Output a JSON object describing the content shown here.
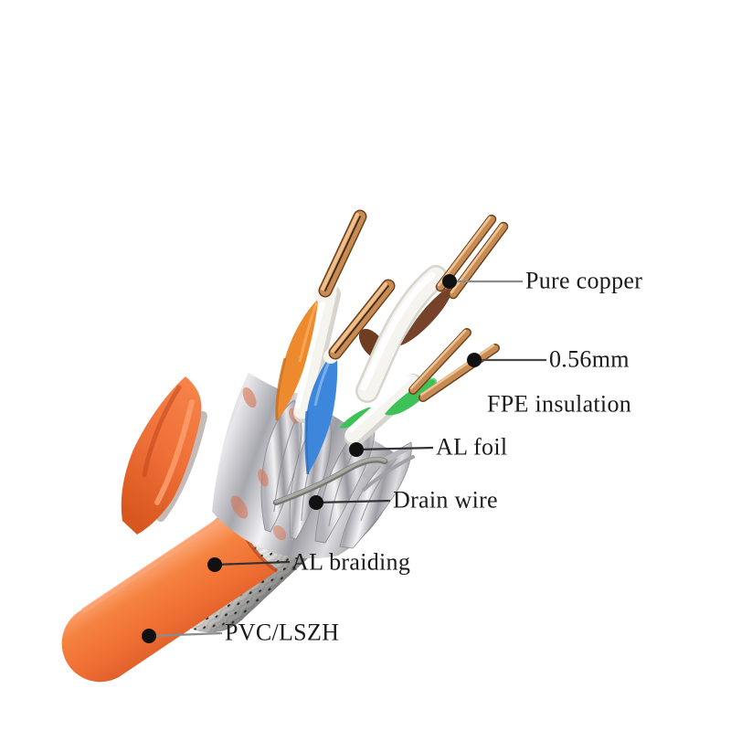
{
  "page": {
    "background_color": "#ffffff",
    "alt": "Cutaway product diagram of a shielded twisted-pair network cable with labeled construction layers"
  },
  "diagram": {
    "callouts": [
      {
        "label": "Pure copper",
        "leader_line": true
      },
      {
        "label": "0.56mm",
        "leader_line": true
      },
      {
        "label": "FPE insulation",
        "leader_line": false
      },
      {
        "label": "AL foil",
        "leader_line": true
      },
      {
        "label": "Drain wire",
        "leader_line": true
      },
      {
        "label": "AL braiding",
        "leader_line": true
      },
      {
        "label": "PVC/LSZH",
        "leader_line": true
      }
    ],
    "visible_parts": [
      "bare copper conductor tips",
      "white FPE insulated wires",
      "orange insulated wire",
      "blue insulated wire",
      "brown insulated wire",
      "green insulated wire",
      "aluminium foil wrapped pairs",
      "bare drain wire",
      "aluminium braided shield",
      "orange PVC/LSZH outer jacket peeled back"
    ],
    "palette": {
      "jacket_orange": "#F2763C",
      "wire_orange": "#EE8A2E",
      "wire_blue": "#3C87DB",
      "wire_brown": "#77422A",
      "wire_green": "#3EC257",
      "wire_white": "#F6F4EF",
      "copper": "#C98B54",
      "foil_silver": "#C6C6CB",
      "braid_silver": "#D9D8D4",
      "leader_dot_black": "#111111",
      "label_text": "#1B1B1B"
    }
  }
}
